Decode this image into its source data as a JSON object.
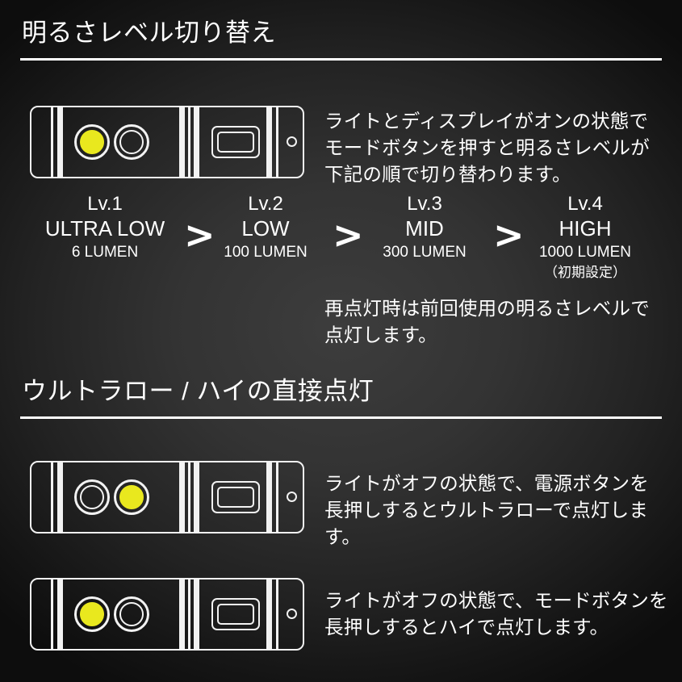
{
  "sections": [
    {
      "title": "明るさレベル切り替え",
      "device": {
        "mode_button_on": true,
        "power_button_on": false
      },
      "description": "ライトとディスプレイがオンの状態で\nモードボタンを押すと明るさレベルが\n下記の順で切り替わります。",
      "note": "再点灯時は前回使用の明るさレベルで\n点灯します。",
      "levels": [
        {
          "level": "Lv.1",
          "name": "ULTRA LOW",
          "lumen": "6 LUMEN",
          "note": ""
        },
        {
          "level": "Lv.2",
          "name": "LOW",
          "lumen": "100 LUMEN",
          "note": ""
        },
        {
          "level": "Lv.3",
          "name": "MID",
          "lumen": "300 LUMEN",
          "note": ""
        },
        {
          "level": "Lv.4",
          "name": "HIGH",
          "lumen": "1000 LUMEN",
          "note": "（初期設定）"
        }
      ],
      "separator": ">"
    },
    {
      "title": "ウルトラロー / ハイの直接点灯",
      "rows": [
        {
          "device": {
            "mode_button_on": false,
            "power_button_on": true
          },
          "description": "ライトがオフの状態で、電源ボタンを\n長押しするとウルトラローで点灯します。"
        },
        {
          "device": {
            "mode_button_on": true,
            "power_button_on": false
          },
          "description": "ライトがオフの状態で、モードボタンを\n長押しするとハイで点灯します。"
        }
      ]
    }
  ],
  "colors": {
    "accent_yellow": "#e9e81e",
    "line_white": "#f2f2f2",
    "text_white": "#ffffff",
    "background_dark": "#0d0d0d"
  }
}
